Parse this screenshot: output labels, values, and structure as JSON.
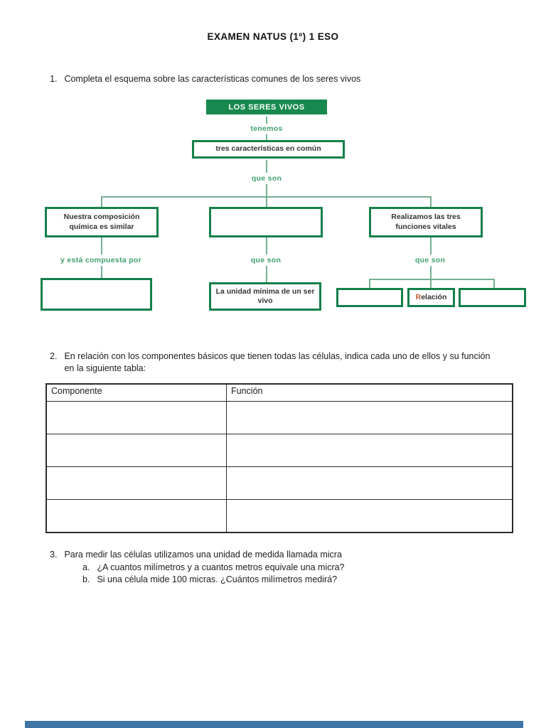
{
  "document": {
    "title": "EXAMEN NATUS (1º) 1 ESO"
  },
  "questions": {
    "q1": {
      "number": "1.",
      "text": "Completa el esquema sobre las características comunes de los seres vivos"
    },
    "q2": {
      "number": "2.",
      "text": "En relación con los componentes básicos que tienen todas las células, indica cada uno de ellos y su función en la siguiente tabla:"
    },
    "q3": {
      "number": "3.",
      "text": "Para medir las células utilizamos una unidad de medida llamada micra",
      "sub_a": {
        "number": "a.",
        "text": "¿A cuantos milímetros y a cuantos metros equivale una micra?"
      },
      "sub_b": {
        "number": "b.",
        "text": "Si una célula mide 100 micras. ¿Cuántos milímetros medirá?"
      }
    }
  },
  "diagram": {
    "root": "LOS SERES VIVOS",
    "connector_root": "tenemos",
    "level2": "tres características en común",
    "connector_level2": "que son",
    "left_branch": {
      "box": "Nuestra composición química es similar",
      "connector": "y está compuesta por",
      "child": ""
    },
    "middle_branch": {
      "box": "",
      "connector": "que son",
      "child": "La unidad mínima de un ser vivo"
    },
    "right_branch": {
      "box": "Realizamos las tres funciones vitales",
      "connector": "que son",
      "child_1": "",
      "child_2": "Relación",
      "child_3": ""
    }
  },
  "table": {
    "headers": [
      "Componente",
      "Función"
    ],
    "rows": [
      [
        "",
        ""
      ],
      [
        "",
        ""
      ],
      [
        "",
        ""
      ],
      [
        "",
        ""
      ]
    ]
  },
  "colors": {
    "diagram_fill_green": "#17894e",
    "diagram_border_green": "#128049",
    "diagram_line_green": "#74b092",
    "diagram_label_green": "#3fa06e",
    "bottom_bar_blue": "#3f74a7"
  }
}
